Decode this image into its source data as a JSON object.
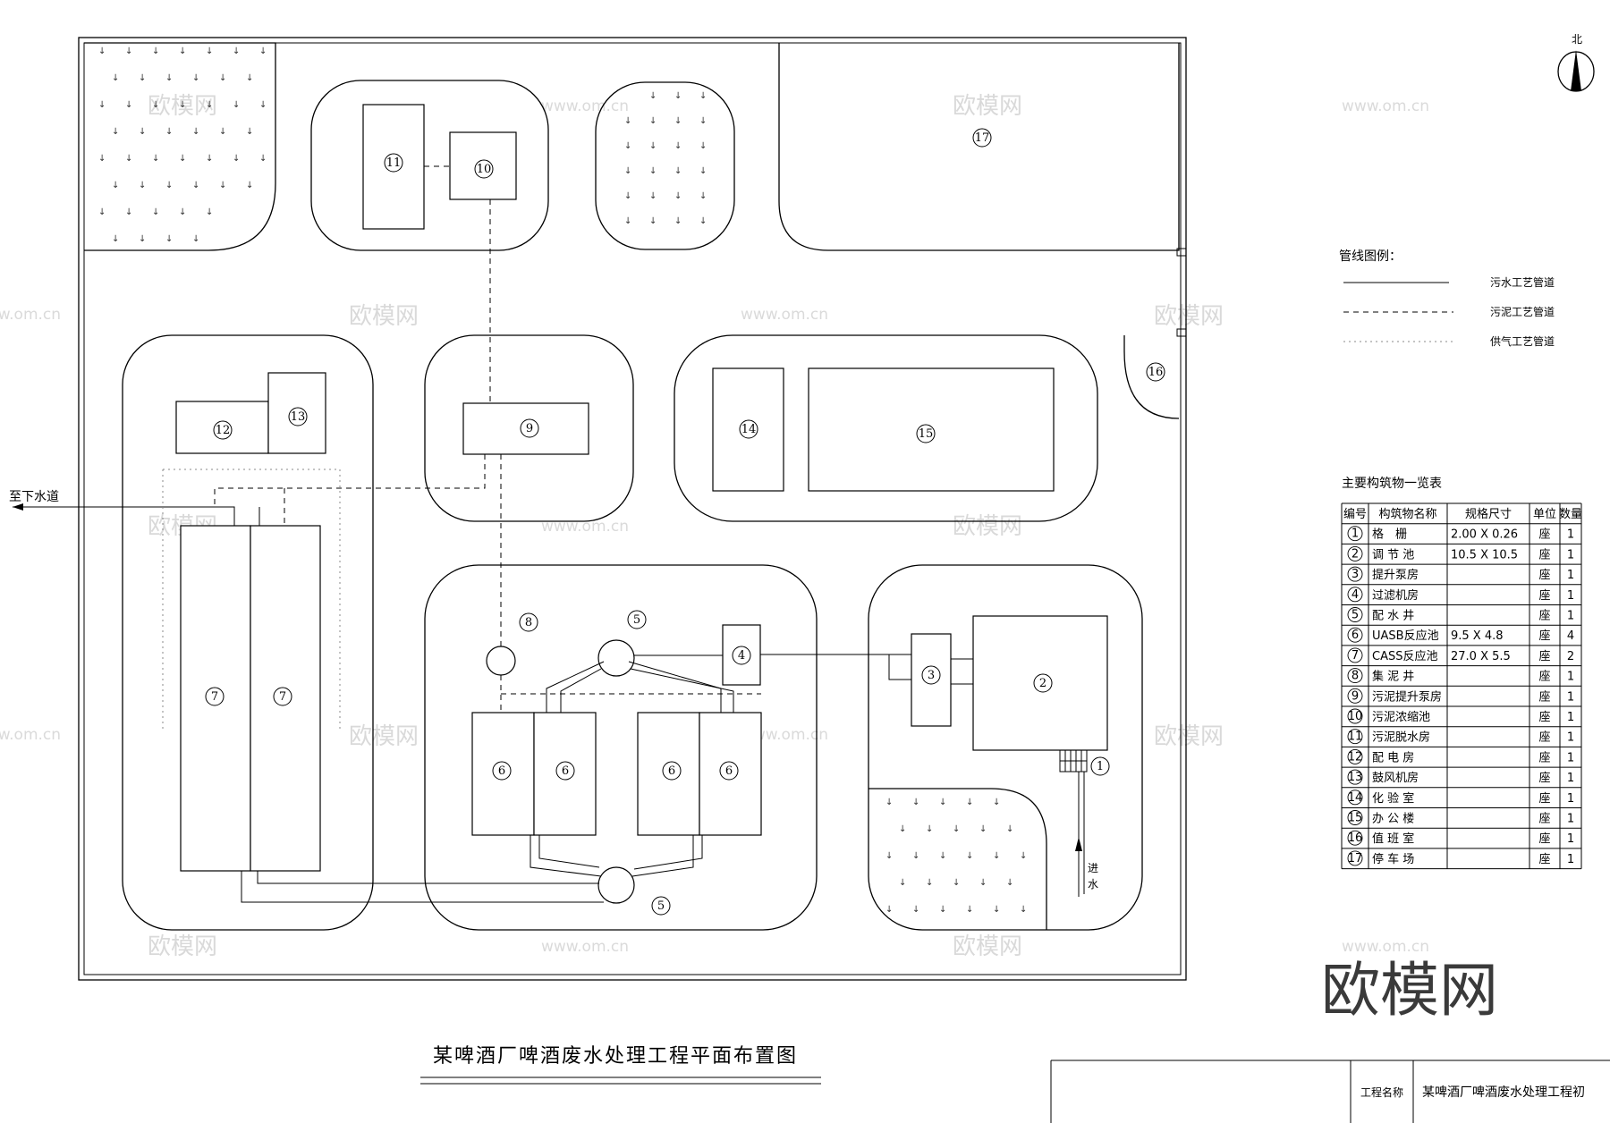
{
  "drawing": {
    "title": "某啤酒厂啤酒废水处理工程平面布置图",
    "north": "北",
    "to_sewer": "至下水道",
    "inlet": "进水",
    "watermark_site": "www.om.cn",
    "watermark_brand": "欧模网",
    "brand_logo": "欧模网"
  },
  "legend": {
    "title": "管线图例：",
    "items": [
      {
        "label": "污水工艺管道",
        "style": "solid"
      },
      {
        "label": "污泥工艺管道",
        "style": "dashed"
      },
      {
        "label": "供气工艺管道",
        "style": "dotted"
      }
    ]
  },
  "structures_table": {
    "title": "主要构筑物一览表",
    "headers": [
      "编号",
      "构筑物名称",
      "规格尺寸",
      "单位",
      "数量"
    ],
    "rows": [
      {
        "no": "1",
        "name": "格　栅",
        "size": "2.00 X 0.26",
        "unit": "座",
        "qty": "1"
      },
      {
        "no": "2",
        "name": "调 节 池",
        "size": "10.5 X 10.5",
        "unit": "座",
        "qty": "1"
      },
      {
        "no": "3",
        "name": "提升泵房",
        "size": "",
        "unit": "座",
        "qty": "1"
      },
      {
        "no": "4",
        "name": "过滤机房",
        "size": "",
        "unit": "座",
        "qty": "1"
      },
      {
        "no": "5",
        "name": "配 水 井",
        "size": "",
        "unit": "座",
        "qty": "1"
      },
      {
        "no": "6",
        "name": "UASB反应池",
        "size": "9.5 X 4.8",
        "unit": "座",
        "qty": "4"
      },
      {
        "no": "7",
        "name": "CASS反应池",
        "size": "27.0 X 5.5",
        "unit": "座",
        "qty": "2"
      },
      {
        "no": "8",
        "name": "集 泥 井",
        "size": "",
        "unit": "座",
        "qty": "1"
      },
      {
        "no": "9",
        "name": "污泥提升泵房",
        "size": "",
        "unit": "座",
        "qty": "1"
      },
      {
        "no": "10",
        "name": "污泥浓缩池",
        "size": "",
        "unit": "座",
        "qty": "1"
      },
      {
        "no": "11",
        "name": "污泥脱水房",
        "size": "",
        "unit": "座",
        "qty": "1"
      },
      {
        "no": "12",
        "name": "配 电 房",
        "size": "",
        "unit": "座",
        "qty": "1"
      },
      {
        "no": "13",
        "name": "鼓风机房",
        "size": "",
        "unit": "座",
        "qty": "1"
      },
      {
        "no": "14",
        "name": "化 验 室",
        "size": "",
        "unit": "座",
        "qty": "1"
      },
      {
        "no": "15",
        "name": "办 公 楼",
        "size": "",
        "unit": "座",
        "qty": "1"
      },
      {
        "no": "16",
        "name": "值 班 室",
        "size": "",
        "unit": "座",
        "qty": "1"
      },
      {
        "no": "17",
        "name": "停 车 场",
        "size": "",
        "unit": "座",
        "qty": "1"
      }
    ]
  },
  "title_block": {
    "project_label": "工程名称",
    "project_name": "某啤酒厂啤酒废水处理工程初"
  },
  "tags": {
    "t1": "1",
    "t2": "2",
    "t3": "3",
    "t4": "4",
    "t5": "5",
    "t6": "6",
    "t7": "7",
    "t8": "8",
    "t9": "9",
    "t10": "10",
    "t11": "11",
    "t12": "12",
    "t13": "13",
    "t14": "14",
    "t15": "15",
    "t16": "16",
    "t17": "17"
  }
}
